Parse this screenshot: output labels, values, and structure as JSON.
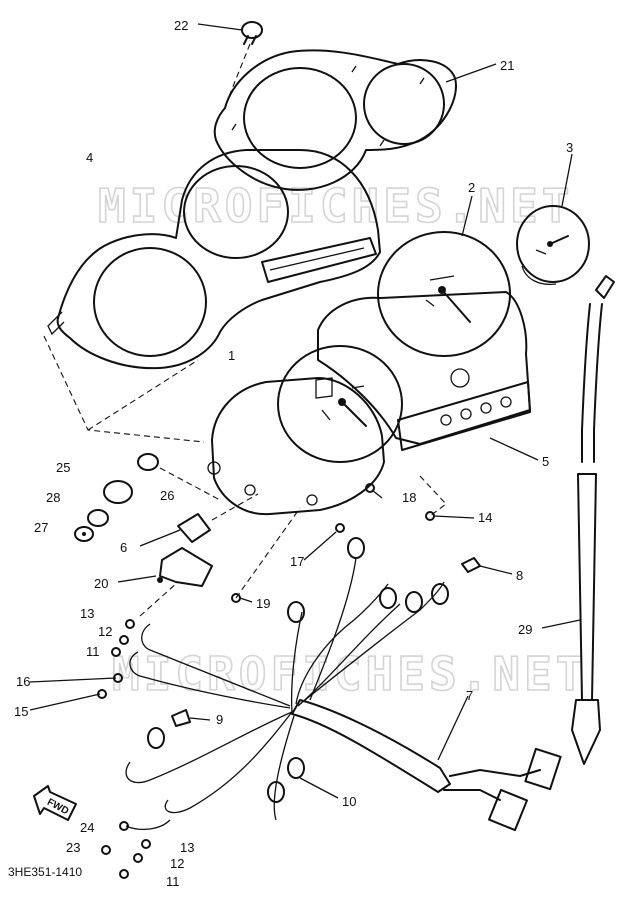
{
  "watermark": "MICROFICHES.NET",
  "diagram_code": "3HE351-1410",
  "fwd_label": "FWD",
  "callouts": [
    {
      "id": "c22",
      "text": "22"
    },
    {
      "id": "c21",
      "text": "21"
    },
    {
      "id": "c4",
      "text": "4"
    },
    {
      "id": "c2",
      "text": "2"
    },
    {
      "id": "c3",
      "text": "3"
    },
    {
      "id": "c1",
      "text": "1"
    },
    {
      "id": "c5",
      "text": "5"
    },
    {
      "id": "c25",
      "text": "25"
    },
    {
      "id": "c28",
      "text": "28"
    },
    {
      "id": "c26",
      "text": "26"
    },
    {
      "id": "c27",
      "text": "27"
    },
    {
      "id": "c18",
      "text": "18"
    },
    {
      "id": "c14",
      "text": "14"
    },
    {
      "id": "c6a",
      "text": "6"
    },
    {
      "id": "c17",
      "text": "17"
    },
    {
      "id": "c8",
      "text": "8"
    },
    {
      "id": "c20",
      "text": "20"
    },
    {
      "id": "c19",
      "text": "19"
    },
    {
      "id": "c13a",
      "text": "13"
    },
    {
      "id": "c12a",
      "text": "12"
    },
    {
      "id": "c11a",
      "text": "11"
    },
    {
      "id": "c29",
      "text": "29"
    },
    {
      "id": "c16",
      "text": "16"
    },
    {
      "id": "c15",
      "text": "15"
    },
    {
      "id": "c7",
      "text": "7"
    },
    {
      "id": "c9",
      "text": "9"
    },
    {
      "id": "c10",
      "text": "10"
    },
    {
      "id": "c24",
      "text": "24"
    },
    {
      "id": "c23",
      "text": "23"
    },
    {
      "id": "c13b",
      "text": "13"
    },
    {
      "id": "c12b",
      "text": "12"
    },
    {
      "id": "c11b",
      "text": "11"
    }
  ]
}
